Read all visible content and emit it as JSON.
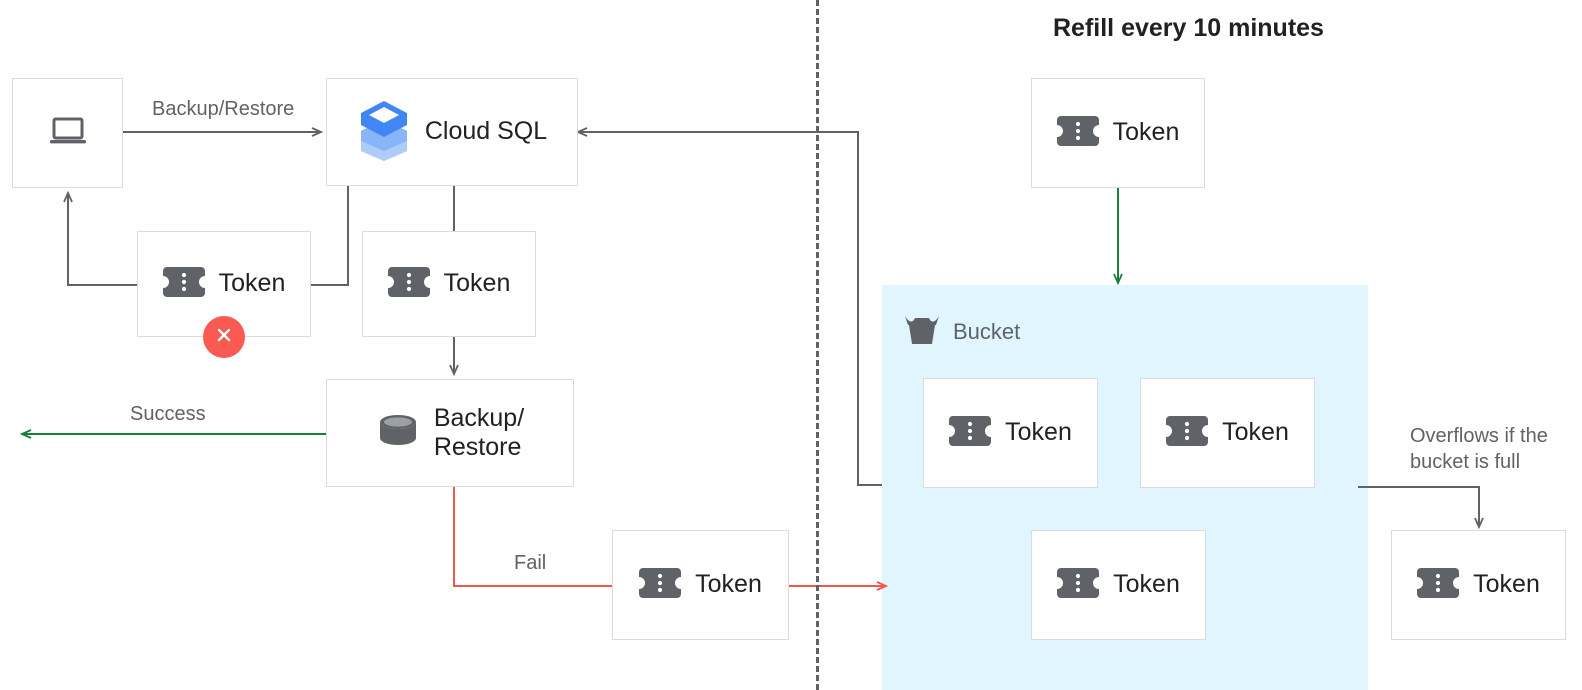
{
  "title": "Refill every 10 minutes",
  "colors": {
    "box_border": "#dadce0",
    "icon_gray": "#5f6368",
    "text_dark": "#202124",
    "text_gray": "#5f6368",
    "bucket_fill": "#e1f5fe",
    "arrow_gray": "#5f6368",
    "arrow_green": "#188038",
    "arrow_red": "#f4564c",
    "error_red": "#fb5a52",
    "cloudsql_blue_dark": "#4285f4",
    "cloudsql_blue_mid": "#8ab4f8",
    "cloudsql_blue_light": "#aecbfa"
  },
  "nodes": {
    "client": {
      "label": "",
      "icon": "laptop-icon"
    },
    "cloud_sql": {
      "label": "Cloud SQL",
      "icon": "cloud-sql-icon"
    },
    "token_client": {
      "label": "Token",
      "icon": "token-icon"
    },
    "token_cloudsql": {
      "label": "Token",
      "icon": "token-icon"
    },
    "backup_restore": {
      "label": "Backup/\nRestore",
      "icon": "database-icon"
    },
    "token_fail": {
      "label": "Token",
      "icon": "token-icon"
    },
    "token_refill": {
      "label": "Token",
      "icon": "token-icon"
    },
    "token_bucket_1": {
      "label": "Token",
      "icon": "token-icon"
    },
    "token_bucket_2": {
      "label": "Token",
      "icon": "token-icon"
    },
    "token_bucket_3": {
      "label": "Token",
      "icon": "token-icon"
    },
    "token_overflow": {
      "label": "Token",
      "icon": "token-icon"
    }
  },
  "bucket": {
    "label": "Bucket",
    "icon": "bucket-icon"
  },
  "edge_labels": {
    "backup_restore": "Backup/Restore",
    "success": "Success",
    "fail": "Fail",
    "overflow": "Overflows if the\nbucket is full"
  }
}
